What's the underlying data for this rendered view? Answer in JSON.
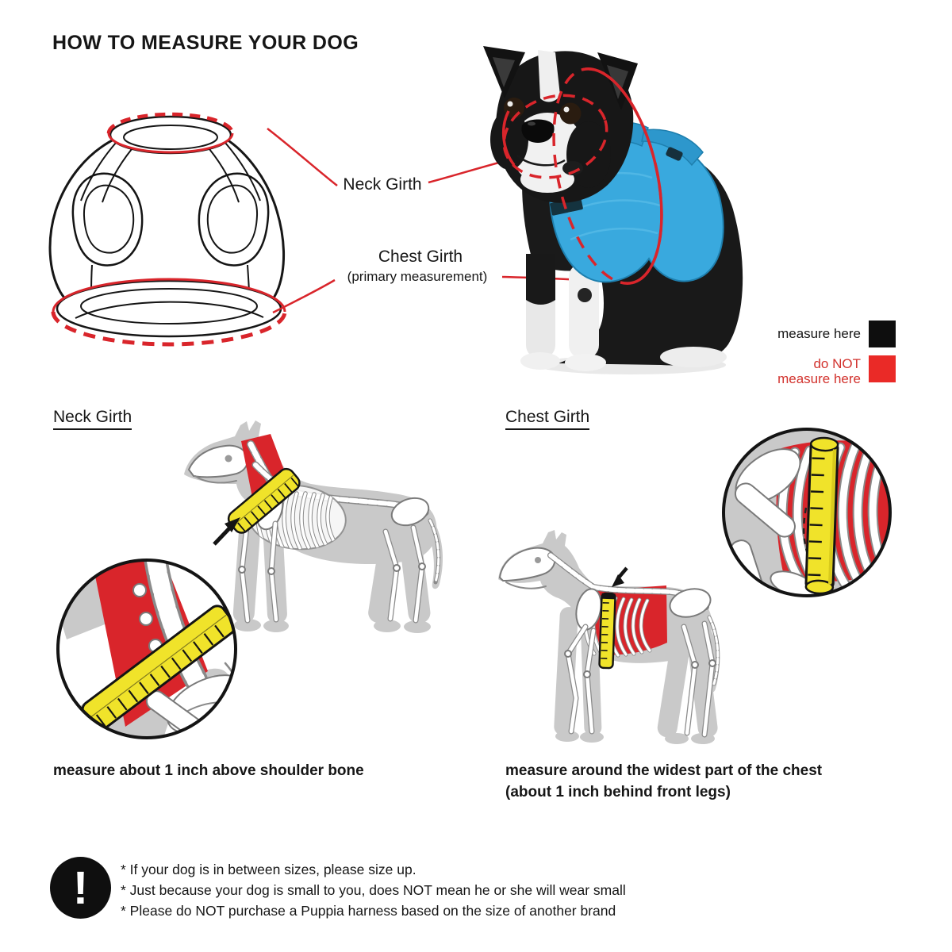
{
  "title": "HOW TO MEASURE YOUR DOG",
  "callouts": {
    "neck_label": "Neck Girth",
    "chest_label": "Chest Girth",
    "chest_sublabel": "(primary measurement)"
  },
  "legend": {
    "measure_here": "measure here",
    "do_not_line1": "do NOT",
    "do_not_line2": "measure here"
  },
  "sections": {
    "neck": {
      "heading": "Neck Girth",
      "caption": "measure about 1 inch above shoulder bone"
    },
    "chest": {
      "heading": "Chest Girth",
      "caption_line1": "measure around the widest part of the chest",
      "caption_line2": "(about 1 inch behind front legs)"
    }
  },
  "notes": {
    "exclamation": "!",
    "items": [
      "* If your dog is in between sizes, please size up.",
      "* Just because your dog is small to you, does NOT mean he or she will wear small",
      "* Please do NOT purchase a Puppia harness based on the size of another brand"
    ]
  },
  "colors": {
    "accent_red": "#d9252b",
    "legend_black": "#0e0e0e",
    "legend_red": "#ea2a27",
    "do_not_text_red": "#d2322d",
    "harness_blue": "#39a9de",
    "tape_yellow": "#f0e32a",
    "silhouette_gray": "#c9c9c9",
    "ink_black": "#161616"
  }
}
